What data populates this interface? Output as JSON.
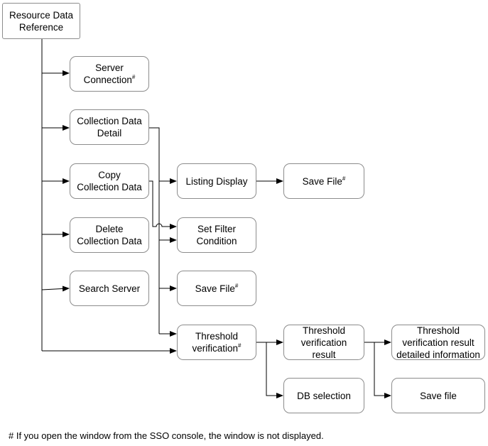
{
  "nodes": {
    "resource_data_reference": {
      "line1": "Resource Data",
      "line2": "Reference"
    },
    "server_connection": {
      "line1": "Server",
      "line2": "Connection",
      "mark": "#"
    },
    "collection_data_detail": {
      "line1": "Collection Data",
      "line2": "Detail"
    },
    "copy_collection_data": {
      "line1": "Copy",
      "line2": "Collection Data"
    },
    "delete_collection_data": {
      "line1": "Delete",
      "line2": "Collection Data"
    },
    "search_server": {
      "line1": "Search Server"
    },
    "listing_display": {
      "line1": "Listing Display"
    },
    "save_file_listing": {
      "line1": "Save File",
      "mark": "#"
    },
    "set_filter_condition": {
      "line1": "Set Filter",
      "line2": "Condition"
    },
    "save_file_main": {
      "line1": "Save File",
      "mark": "#"
    },
    "threshold_verification": {
      "line1": "Threshold",
      "line2": "verification",
      "mark": "#"
    },
    "threshold_verification_result": {
      "line1": "Threshold",
      "line2": "verification",
      "line3": "result"
    },
    "threshold_detailed_information": {
      "line1": "Threshold",
      "line2": "verification result",
      "line3": "detailed information"
    },
    "db_selection": {
      "line1": "DB selection"
    },
    "save_file_result": {
      "line1": "Save file"
    }
  },
  "footnote": "# If you open the window from the SSO console, the window is not displayed."
}
